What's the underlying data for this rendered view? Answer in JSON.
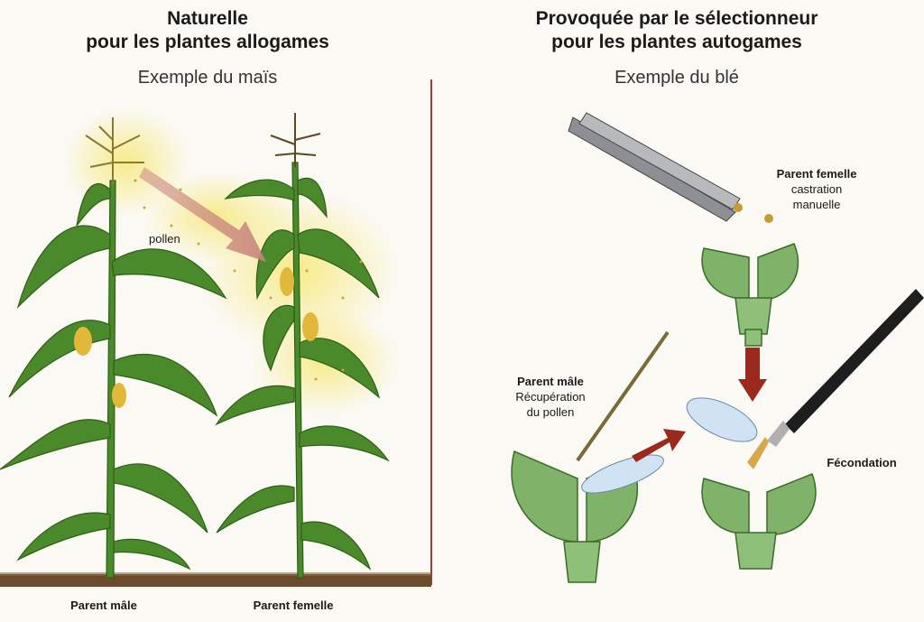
{
  "left": {
    "title_line1": "Naturelle",
    "title_line2": "pour les plantes allogames",
    "subtitle": "Exemple du maïs",
    "pollen_label": "pollen",
    "male_label": "Parent mâle",
    "female_label": "Parent femelle"
  },
  "right": {
    "title_line1": "Provoquée par le sélectionneur",
    "title_line2": "pour les plantes autogames",
    "subtitle": "Exemple du blé",
    "female_title": "Parent femelle",
    "female_sub1": "castration",
    "female_sub2": "manuelle",
    "male_title": "Parent mâle",
    "male_sub1": "Récupération",
    "male_sub2": "du pollen",
    "fecondation": "Fécondation"
  },
  "colors": {
    "divider": "#a83a3a",
    "leaf": "#4a8a2a",
    "pollen": "#f3e27a",
    "arrow": "#a8301f"
  }
}
